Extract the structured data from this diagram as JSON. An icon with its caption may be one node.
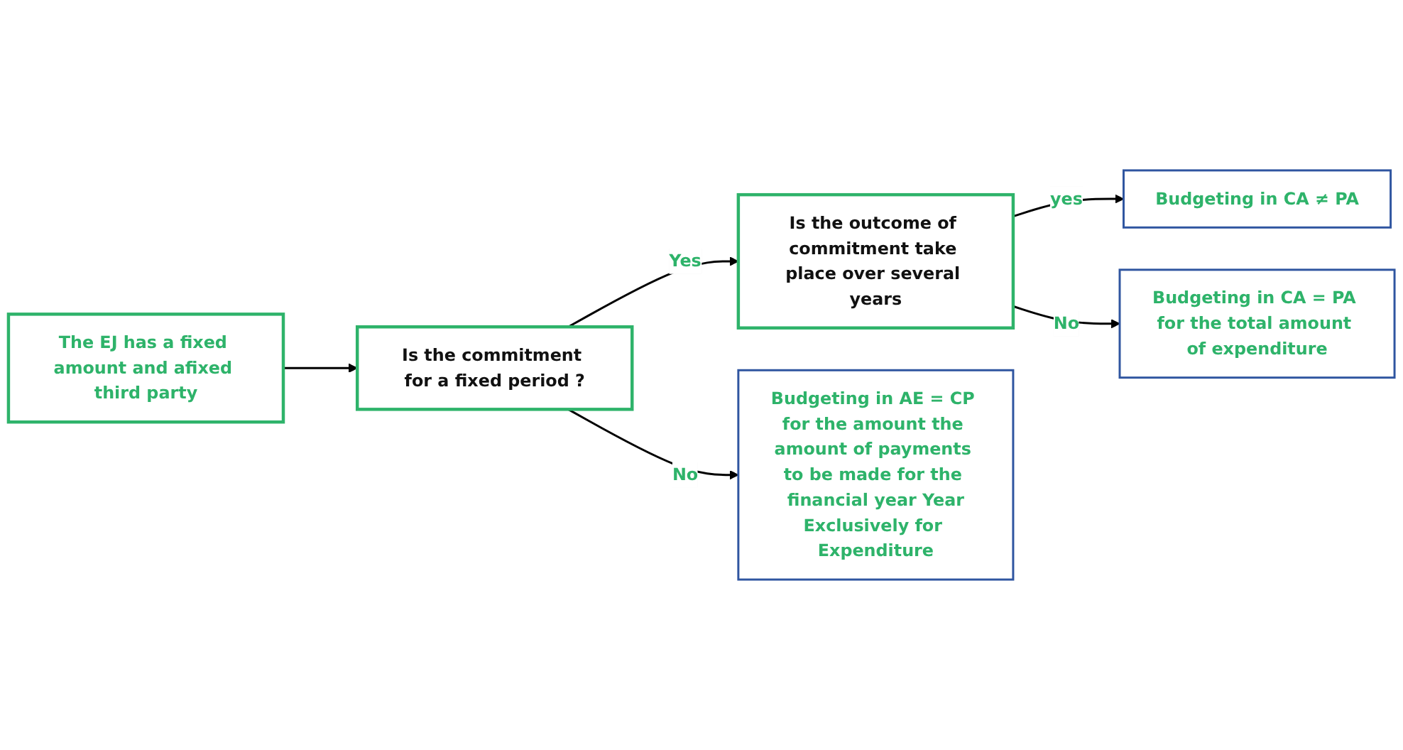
{
  "diagram": {
    "nodes": [
      {
        "text": [
          "The EJ has a fixed amount and afixed third party"
        ]
      },
      {
        "text": [
          "Is the commitment for a fixed period ?"
        ]
      },
      {
        "text": [
          "Is the outcome of commitment take place over several years"
        ]
      },
      {
        "text": [
          "Budgeting in CA ≠ PA"
        ]
      },
      {
        "text": [
          "Budgeting in CA = PA for the total amount of expenditure"
        ]
      },
      {
        "text": [
          "Budgeting in AE = CP for the amount the amount of payments to be made for the financial year Year",
          "Exclusively for Expenditure"
        ]
      }
    ],
    "edges": [
      {
        "from": 0,
        "to": 1,
        "arrow": "to"
      },
      {
        "from": 1,
        "to": 2,
        "arrow": "to",
        "label": "Yes"
      },
      {
        "from": 2,
        "to": 3,
        "arrow": "to",
        "label": "yes"
      },
      {
        "from": 2,
        "to": 4,
        "arrow": "to",
        "label": "No"
      },
      {
        "from": 1,
        "to": 5,
        "arrow": "to",
        "label": "No"
      }
    ]
  }
}
